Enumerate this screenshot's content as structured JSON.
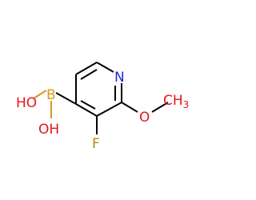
{
  "molecule": {
    "atoms": {
      "N": {
        "text": "N",
        "color": "#1f2bd6"
      },
      "O_methoxy": {
        "text": "O",
        "color": "#e8141d"
      },
      "CH3": {
        "text": "CH3",
        "color": "#e8141d"
      },
      "F": {
        "text": "F",
        "color": "#b08a1e"
      },
      "B": {
        "text": "B",
        "color": "#d69a1e"
      },
      "OH_top": {
        "text": "HO",
        "color": "#e8141d"
      },
      "OH_bottom": {
        "text": "OH",
        "color": "#e8141d"
      }
    },
    "bond_color": "#000000"
  }
}
